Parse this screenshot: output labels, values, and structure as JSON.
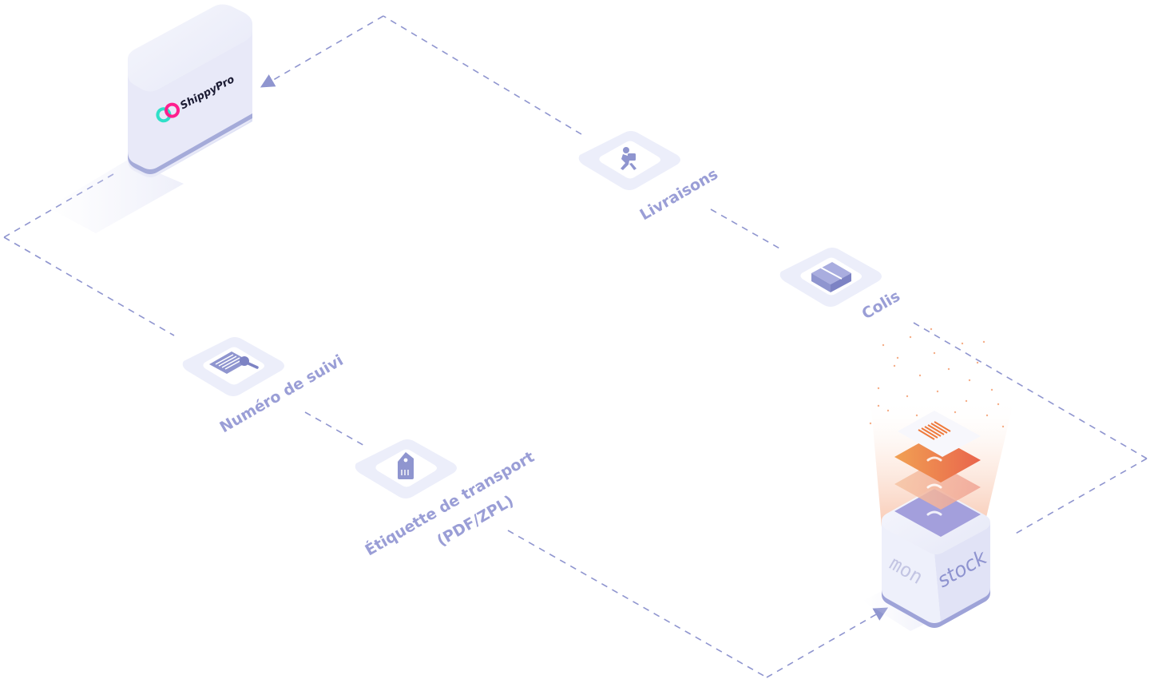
{
  "brand": {
    "name": "ShippyPro"
  },
  "nodes": {
    "livraisons": {
      "label": "Livraisons",
      "icon": "delivery-person-icon"
    },
    "colis": {
      "label": "Colis",
      "icon": "package-box-icon"
    },
    "numero": {
      "label": "Numéro de suivi",
      "icon": "barcode-scan-icon"
    },
    "etiquette": {
      "label_line1": "Étiquette de transport",
      "label_line2": "(PDF/ZPL)",
      "icon": "shipping-tag-icon"
    }
  },
  "monstock": {
    "word1": "mon",
    "word2": "stock"
  },
  "colors": {
    "connector": "#8f95cf",
    "label": "#9a9ed6",
    "tile": "#eceefa",
    "accent_orange": "#ef7a3c",
    "brand_pink": "#ff1f8e",
    "brand_teal": "#2fe0c8"
  }
}
